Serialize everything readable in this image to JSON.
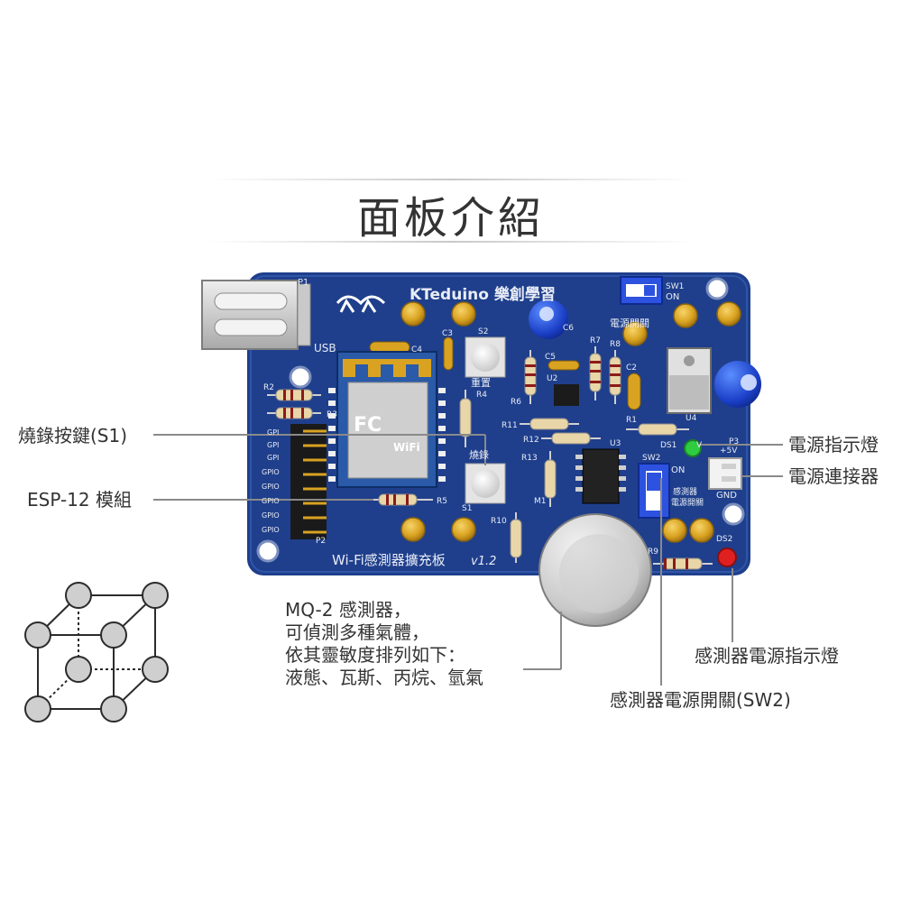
{
  "title": "面板介紹",
  "board": {
    "brand": "KTeduino 樂創學習",
    "name": "Wi-Fi感測器擴充板",
    "version": "v1.2",
    "silk": {
      "p1": "P1",
      "usb": "USB",
      "c4": "C4",
      "c3": "C3",
      "s2": "S2",
      "reset": "重置",
      "r4": "R4",
      "c6": "C6",
      "power_switch": "電源開關",
      "sw1": "SW1",
      "on": "ON",
      "r7": "R7",
      "r8": "R8",
      "c5": "C5",
      "u2": "U2",
      "r6": "R6",
      "c2": "C2",
      "r2": "R2",
      "r3": "R3",
      "r11": "R11",
      "r12": "R12",
      "u3": "U3",
      "r1": "R1",
      "u4": "U4",
      "ds1": "DS1",
      "p3": "P3",
      "plus5v": "+5V",
      "gpio_prefix": "GPI",
      "gpio": "GPIO",
      "burn": "燒錄",
      "r13": "R13",
      "sw2": "SW2",
      "on2": "ON",
      "sensor_power": "感測器",
      "sensor_power2": "電源開關",
      "gnd": "GND",
      "r5": "R5",
      "s1": "S1",
      "m1": "M1",
      "r10": "R10",
      "p2": "P2",
      "r9": "R9",
      "ds2": "DS2",
      "esp_fc": "FC",
      "esp_wifi": "WiFi",
      "v": "V"
    }
  },
  "callouts": {
    "burn_button": "燒錄按鍵(S1)",
    "esp12": "ESP-12 模組",
    "power_led": "電源指示燈",
    "power_connector": "電源連接器",
    "sensor_led": "感測器電源指示燈",
    "sensor_switch": "感測器電源開關(SW2)",
    "mq2": [
      "MQ-2 感測器，",
      "可偵測多種氣體，",
      "依其靈敏度排列如下：",
      "液態、瓦斯、丙烷、氫氣"
    ]
  },
  "colors": {
    "board": "#1f3f8c",
    "silk": "#e8ecf5",
    "gold": "#d9a321",
    "esp_module": "#2a5aa8",
    "leader": "#8a8a8a",
    "power_led": "#2ecc40",
    "sensor_led": "#e02020"
  }
}
